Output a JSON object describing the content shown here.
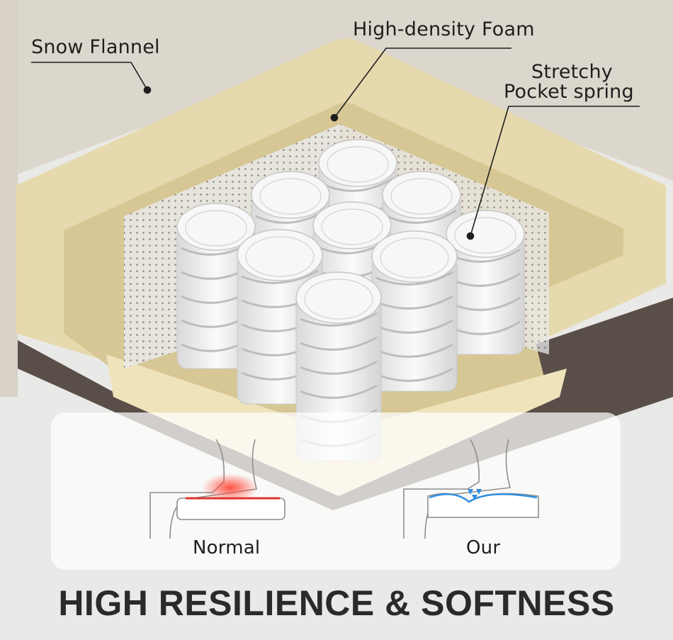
{
  "labels": {
    "snow_flannel": "Snow Flannel",
    "foam": "High-density Foam",
    "spring_line1": "Stretchy",
    "spring_line2": "Pocket spring"
  },
  "comparison": {
    "normal": "Normal",
    "ours": "Our"
  },
  "headline": "HIGH RESILIENCE & SOFTNESS",
  "colors": {
    "flannel": "#dcd7cc",
    "foam": "#e6d9ad",
    "spring": "#f1f1f1",
    "pressure_red": "#e0342c",
    "soft_blue": "#2f8fe0"
  }
}
